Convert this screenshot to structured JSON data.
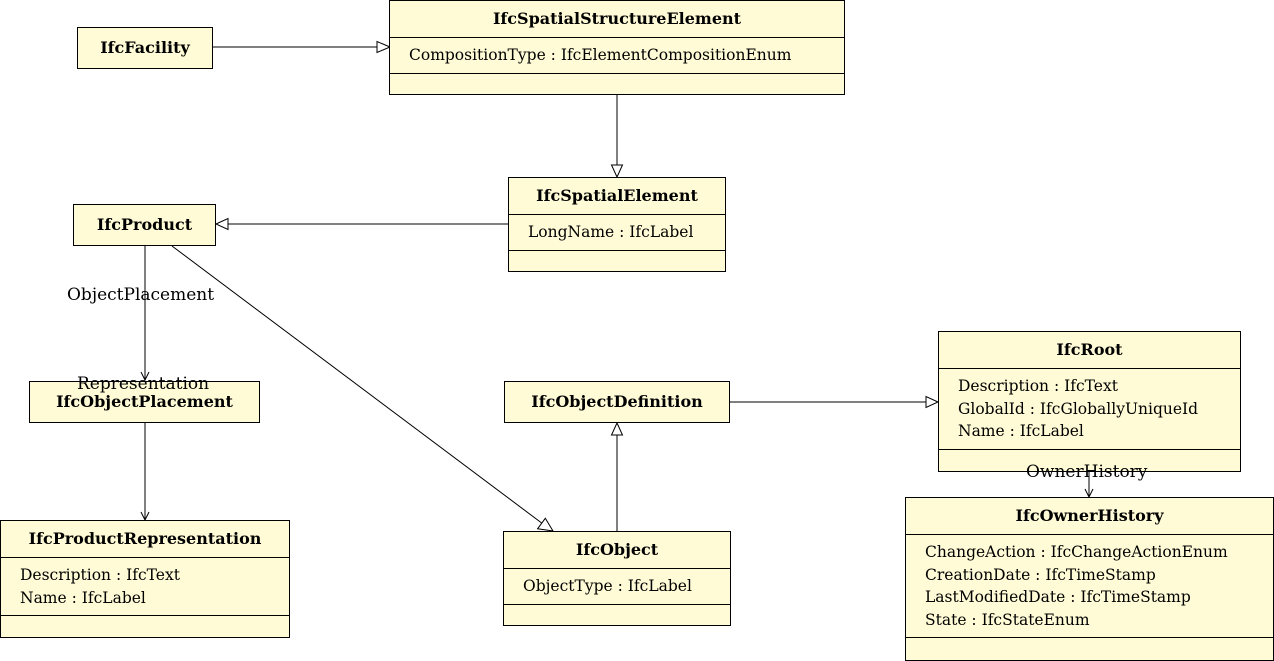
{
  "classes": {
    "spatial_structure_element": {
      "name": "IfcSpatialStructureElement",
      "attrs": [
        "CompositionType : IfcElementCompositionEnum"
      ]
    },
    "facility": {
      "name": "IfcFacility"
    },
    "spatial_element": {
      "name": "IfcSpatialElement",
      "attrs": [
        "LongName : IfcLabel"
      ]
    },
    "product": {
      "name": "IfcProduct"
    },
    "object_placement": {
      "name": "IfcObjectPlacement"
    },
    "product_representation": {
      "name": "IfcProductRepresentation",
      "attrs": [
        "Description : IfcText",
        "Name : IfcLabel"
      ]
    },
    "object_definition": {
      "name": "IfcObjectDefinition"
    },
    "object": {
      "name": "IfcObject",
      "attrs": [
        "ObjectType : IfcLabel"
      ]
    },
    "root": {
      "name": "IfcRoot",
      "attrs": [
        "Description : IfcText",
        "GlobalId : IfcGloballyUniqueId",
        "Name : IfcLabel"
      ]
    },
    "owner_history": {
      "name": "IfcOwnerHistory",
      "attrs": [
        "ChangeAction : IfcChangeActionEnum",
        "CreationDate : IfcTimeStamp",
        "LastModifiedDate : IfcTimeStamp",
        "State : IfcStateEnum"
      ]
    }
  },
  "labels": {
    "object_placement": "ObjectPlacement",
    "representation": "Representation",
    "owner_history": "OwnerHistory"
  }
}
